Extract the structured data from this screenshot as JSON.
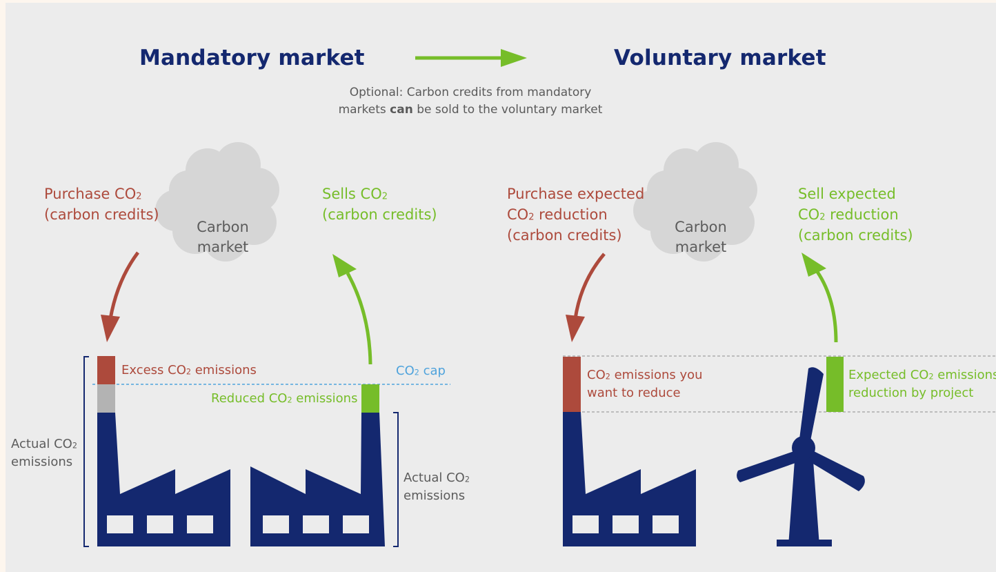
{
  "headings": {
    "mandatory": "Mandatory market",
    "voluntary": "Voluntary market"
  },
  "note": {
    "line1": "Optional: Carbon credits from mandatory",
    "line2_before": "markets ",
    "line2_bold": "can",
    "line2_after": " be sold to the voluntary market"
  },
  "mandatory": {
    "cloud": {
      "line1": "Carbon",
      "line2": "market"
    },
    "purchase": {
      "line1_before": "Purchase CO",
      "line1_sub": "2",
      "line2": "(carbon credits)"
    },
    "sells": {
      "line1_before": "Sells CO",
      "line1_sub": "2",
      "line2": "(carbon credits)"
    },
    "excess": {
      "before": "Excess CO",
      "sub": "2",
      "after": " emissions"
    },
    "cap": {
      "before": "CO",
      "sub": "2",
      "after": " cap"
    },
    "reduced": {
      "before": "Reduced CO",
      "sub": "2",
      "after": " emissions"
    },
    "actual_left": {
      "line1_before": "Actual CO",
      "line1_sub": "2",
      "line2": "emissions"
    },
    "actual_right": {
      "line1_before": "Actual CO",
      "line1_sub": "2",
      "line2": "emissions"
    }
  },
  "voluntary": {
    "cloud": {
      "line1": "Carbon",
      "line2": "market"
    },
    "purchase": {
      "line1": "Purchase expected",
      "line2_before": "CO",
      "line2_sub": "2",
      "line2_after": " reduction",
      "line3": "(carbon credits)"
    },
    "sell": {
      "line1": "Sell expected",
      "line2_before": "CO",
      "line2_sub": "2",
      "line2_after": " reduction",
      "line3": "(carbon credits)"
    },
    "want_reduce": {
      "line1_before": "CO",
      "line1_sub": "2",
      "line1_after": " emissions you",
      "line2": "want to reduce"
    },
    "expected": {
      "line1_before": "Expected CO",
      "line1_sub": "2",
      "line1_after": " emissions",
      "line2": "reduction by project"
    }
  },
  "colors": {
    "navy": "#14286f",
    "red": "#ad4a3c",
    "green": "#76bd29",
    "blue": "#4fa3dc",
    "cloud": "#d6d6d6",
    "gray_text": "#5c5c5c",
    "gray_block": "#b3b3b3"
  },
  "icons": [
    "cloud-icon",
    "factory-icon",
    "wind-turbine-icon",
    "arrow-icon"
  ]
}
